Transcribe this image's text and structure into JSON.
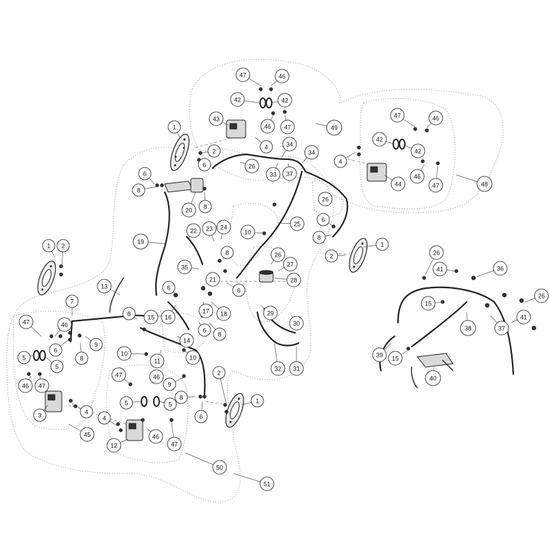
{
  "callouts": [
    {
      "id": "c47a",
      "label": "47"
    },
    {
      "id": "c46a",
      "label": "46"
    },
    {
      "id": "c42a",
      "label": "42"
    },
    {
      "id": "c42b",
      "label": "42"
    },
    {
      "id": "c43",
      "label": "43"
    },
    {
      "id": "c46b",
      "label": "46"
    },
    {
      "id": "c47b",
      "label": "47"
    },
    {
      "id": "c49",
      "label": "49"
    },
    {
      "id": "c1a",
      "label": "1"
    },
    {
      "id": "c2a",
      "label": "2"
    },
    {
      "id": "c6a",
      "label": "6"
    },
    {
      "id": "c4a",
      "label": "4"
    },
    {
      "id": "c34a",
      "label": "34"
    },
    {
      "id": "c34b",
      "label": "34"
    },
    {
      "id": "c26a",
      "label": "26"
    },
    {
      "id": "c33",
      "label": "33"
    },
    {
      "id": "c37a",
      "label": "37"
    },
    {
      "id": "c47c",
      "label": "47"
    },
    {
      "id": "c46c",
      "label": "46"
    },
    {
      "id": "c42c",
      "label": "42"
    },
    {
      "id": "c42d",
      "label": "42"
    },
    {
      "id": "c4b",
      "label": "4"
    },
    {
      "id": "c44",
      "label": "44"
    },
    {
      "id": "c46d",
      "label": "46"
    },
    {
      "id": "c47d",
      "label": "47"
    },
    {
      "id": "c48",
      "label": "48"
    },
    {
      "id": "c6b",
      "label": "6"
    },
    {
      "id": "c8a",
      "label": "8"
    },
    {
      "id": "c20",
      "label": "20"
    },
    {
      "id": "c8b",
      "label": "8"
    },
    {
      "id": "c26b",
      "label": "26"
    },
    {
      "id": "c25",
      "label": "25"
    },
    {
      "id": "c6c",
      "label": "6"
    },
    {
      "id": "c8c",
      "label": "8"
    },
    {
      "id": "c1b",
      "label": "1"
    },
    {
      "id": "c2b",
      "label": "2"
    },
    {
      "id": "c19",
      "label": "19"
    },
    {
      "id": "c22",
      "label": "22"
    },
    {
      "id": "c23",
      "label": "23"
    },
    {
      "id": "c24",
      "label": "24"
    },
    {
      "id": "c10a",
      "label": "10"
    },
    {
      "id": "c8d",
      "label": "8"
    },
    {
      "id": "c26c",
      "label": "26"
    },
    {
      "id": "c27",
      "label": "27"
    },
    {
      "id": "c28",
      "label": "28"
    },
    {
      "id": "c35",
      "label": "35"
    },
    {
      "id": "c21",
      "label": "21"
    },
    {
      "id": "c6d",
      "label": "6"
    },
    {
      "id": "c1c",
      "label": "1"
    },
    {
      "id": "c2c",
      "label": "2"
    },
    {
      "id": "c13",
      "label": "13"
    },
    {
      "id": "c6e",
      "label": "6"
    },
    {
      "id": "c7",
      "label": "7"
    },
    {
      "id": "c8e",
      "label": "8"
    },
    {
      "id": "c16",
      "label": "16"
    },
    {
      "id": "c17",
      "label": "17"
    },
    {
      "id": "c18",
      "label": "18"
    },
    {
      "id": "c29",
      "label": "29"
    },
    {
      "id": "c30",
      "label": "30"
    },
    {
      "id": "c47e",
      "label": "47"
    },
    {
      "id": "c46e",
      "label": "46"
    },
    {
      "id": "c6f",
      "label": "6"
    },
    {
      "id": "c9a",
      "label": "9"
    },
    {
      "id": "c8f",
      "label": "8"
    },
    {
      "id": "c15a",
      "label": "15"
    },
    {
      "id": "c6g",
      "label": "6"
    },
    {
      "id": "c8g",
      "label": "8"
    },
    {
      "id": "c14",
      "label": "14"
    },
    {
      "id": "c5a",
      "label": "5"
    },
    {
      "id": "c5b",
      "label": "5"
    },
    {
      "id": "c10b",
      "label": "10"
    },
    {
      "id": "c11",
      "label": "11"
    },
    {
      "id": "c10c",
      "label": "10"
    },
    {
      "id": "c32",
      "label": "32"
    },
    {
      "id": "c31",
      "label": "31"
    },
    {
      "id": "c46f",
      "label": "46"
    },
    {
      "id": "c47f",
      "label": "47"
    },
    {
      "id": "c47g",
      "label": "47"
    },
    {
      "id": "c46g",
      "label": "46"
    },
    {
      "id": "c9b",
      "label": "9"
    },
    {
      "id": "c2d",
      "label": "2"
    },
    {
      "id": "c3",
      "label": "3"
    },
    {
      "id": "c4c",
      "label": "4"
    },
    {
      "id": "c5c",
      "label": "5"
    },
    {
      "id": "c5d",
      "label": "5"
    },
    {
      "id": "c8h",
      "label": "8"
    },
    {
      "id": "c1d",
      "label": "1"
    },
    {
      "id": "c6h",
      "label": "6"
    },
    {
      "id": "c45",
      "label": "45"
    },
    {
      "id": "c4d",
      "label": "4"
    },
    {
      "id": "c12",
      "label": "12"
    },
    {
      "id": "c46h",
      "label": "46"
    },
    {
      "id": "c47h",
      "label": "47"
    },
    {
      "id": "c50",
      "label": "50"
    },
    {
      "id": "c51",
      "label": "51"
    },
    {
      "id": "c26d",
      "label": "26"
    },
    {
      "id": "c41a",
      "label": "41"
    },
    {
      "id": "c36",
      "label": "36"
    },
    {
      "id": "c26e",
      "label": "26"
    },
    {
      "id": "c15b",
      "label": "15"
    },
    {
      "id": "c38",
      "label": "38"
    },
    {
      "id": "c37b",
      "label": "37"
    },
    {
      "id": "c41b",
      "label": "41"
    },
    {
      "id": "c39",
      "label": "39"
    },
    {
      "id": "c15c",
      "label": "15"
    },
    {
      "id": "c40",
      "label": "40"
    }
  ]
}
